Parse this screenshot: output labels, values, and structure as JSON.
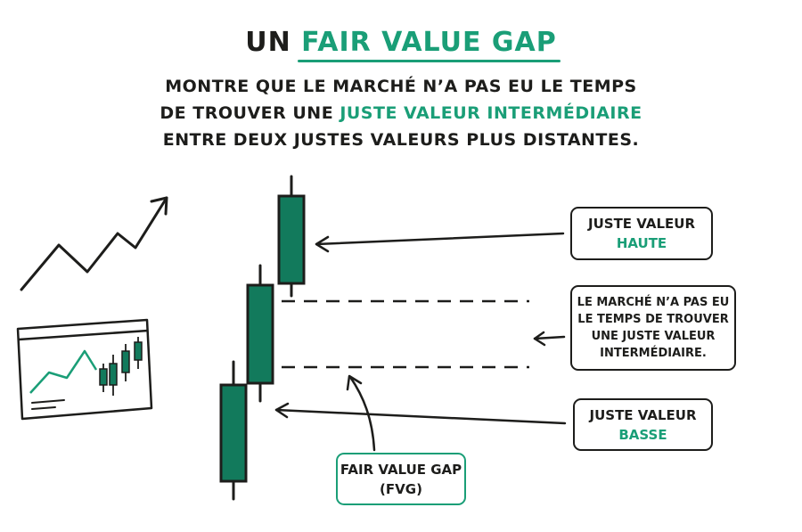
{
  "title": {
    "prefix": "UN",
    "accent": "FAIR VALUE GAP"
  },
  "subtitle": {
    "line1": "MONTRE QUE LE MARCHÉ N’A PAS EU LE TEMPS",
    "line2_prefix": "DE TROUVER UNE",
    "line2_accent": "JUSTE VALEUR INTERMÉDIAIRE",
    "line3": "ENTRE DEUX JUSTES VALEURS PLUS DISTANTES."
  },
  "labels": {
    "high": {
      "line1": "JUSTE VALEUR",
      "line2": "HAUTE"
    },
    "gap": {
      "line1": "LE MARCHÉ N’A PAS EU",
      "line2": "LE TEMPS DE TROUVER",
      "line3": "UNE JUSTE VALEUR",
      "line4": "INTERMÉDIAIRE."
    },
    "low": {
      "line1": "JUSTE VALEUR",
      "line2": "BASSE"
    },
    "fvg": {
      "line1": "FAIR VALUE GAP",
      "line2": "(FVG)"
    }
  },
  "colors": {
    "accent": "#1a9e77",
    "candle": "#127a5c",
    "ink": "#1d1d1b"
  },
  "icons": [
    "trend-up-arrow-icon",
    "chart-window-icon"
  ]
}
